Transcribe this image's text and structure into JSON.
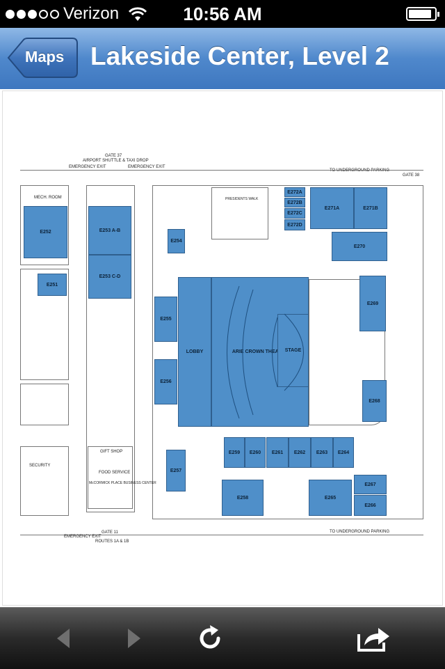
{
  "status_bar": {
    "carrier": "Verizon",
    "time": "10:56 AM",
    "signal_bars_filled": 3,
    "signal_bars_total": 5,
    "battery_level": 0.9
  },
  "nav": {
    "back_label": "Maps",
    "title": "Lakeside Center, Level 2"
  },
  "map": {
    "gate_top": "GATE 37",
    "gate_top_sub": "AIRPORT SHUTTLE & TAXI DROP",
    "gate_right": "GATE 38",
    "gate_bottom": "GATE 11",
    "routes": "ROUTES 1A & 1B",
    "emergency_exit": "EMERGENCY EXIT",
    "underground_parking": "TO UNDERGROUND PARKING",
    "rooms": {
      "e252": "E252",
      "e253ab": "E253 A-B",
      "e253cd": "E253 C-D",
      "e251": "E251",
      "e254": "E254",
      "e255": "E255",
      "e256": "E256",
      "e257": "E257",
      "e258": "E258",
      "e259": "E259",
      "e260": "E260",
      "e261": "E261",
      "e262": "E262",
      "e263": "E263",
      "e264": "E264",
      "e265": "E265",
      "e266": "E266",
      "e267": "E267",
      "e268": "E268",
      "e269": "E269",
      "e270": "E270",
      "e271a": "E271A",
      "e271b": "E271B",
      "e272a": "E272A",
      "e272b": "E272B",
      "e272c": "E272C",
      "e272d": "E272D",
      "lobby": "LOBBY",
      "theater": "ARIE CROWN THEATER",
      "stage": "STAGE"
    },
    "labels": {
      "presidents_walk": "PRESIDENTS WALK",
      "gift_shop": "GIFT SHOP",
      "food_service": "FOOD SERVICE",
      "business_center": "McCORMICK PLACE BUSINESS CENTER",
      "security": "SECURITY"
    }
  },
  "toolbar": {
    "back_icon": "back-arrow-icon",
    "forward_icon": "forward-arrow-icon",
    "reload_icon": "reload-icon",
    "share_icon": "share-icon"
  }
}
